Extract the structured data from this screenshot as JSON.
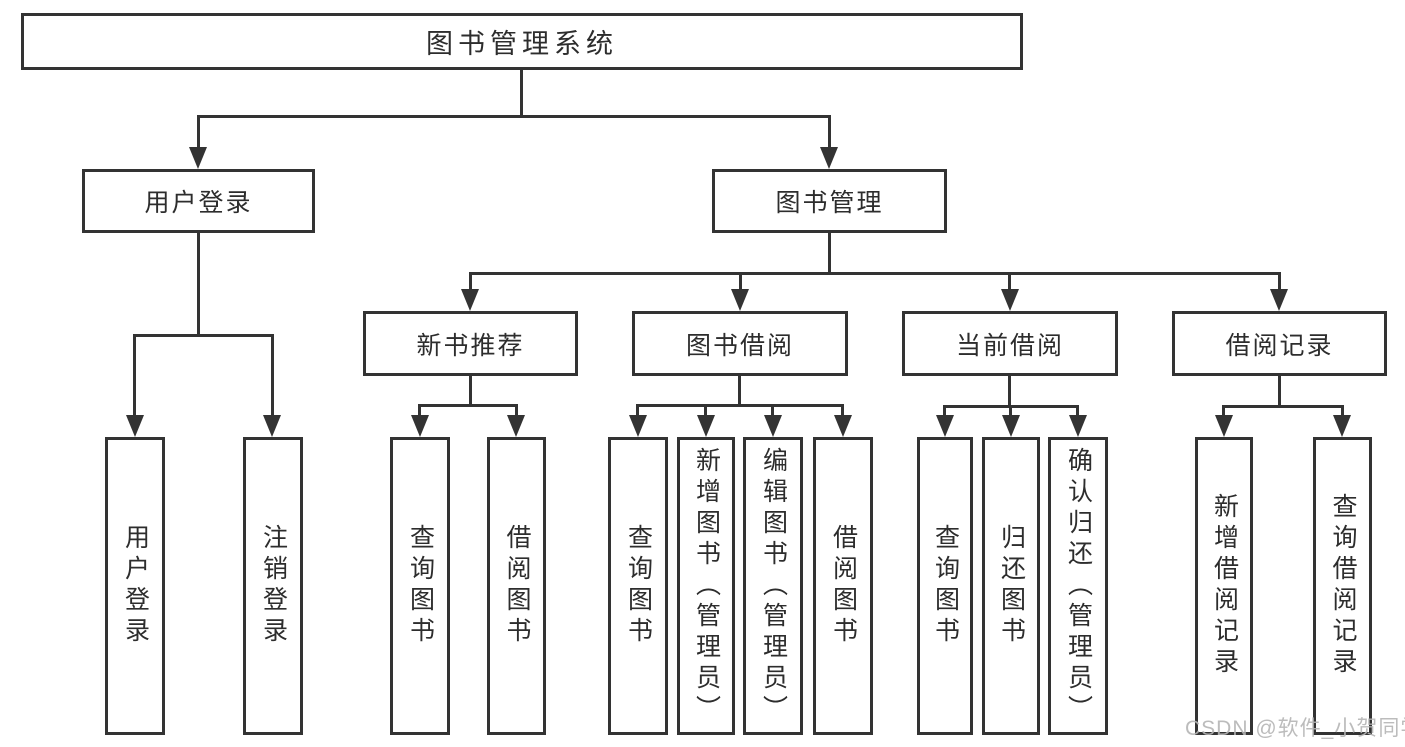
{
  "diagram": {
    "root": {
      "label": "图书管理系统"
    },
    "level2": [
      {
        "label": "用户登录",
        "children": [
          {
            "label": "用户登录"
          },
          {
            "label": "注销登录"
          }
        ]
      },
      {
        "label": "图书管理",
        "children": [
          {
            "label": "新书推荐",
            "children": [
              {
                "label": "查询图书"
              },
              {
                "label": "借阅图书"
              }
            ]
          },
          {
            "label": "图书借阅",
            "children": [
              {
                "label": "查询图书"
              },
              {
                "label": "新增图书（管理员）"
              },
              {
                "label": "编辑图书（管理员）"
              },
              {
                "label": "借阅图书"
              }
            ]
          },
          {
            "label": "当前借阅",
            "children": [
              {
                "label": "查询图书"
              },
              {
                "label": "归还图书"
              },
              {
                "label": "确认归还（管理员）"
              }
            ]
          },
          {
            "label": "借阅记录",
            "children": [
              {
                "label": "新增借阅记录"
              },
              {
                "label": "查询借阅记录"
              }
            ]
          }
        ]
      }
    ]
  },
  "watermark": {
    "text": "CSDN @软件_小贺同学"
  },
  "colors": {
    "line": "#333333",
    "text": "#2d2d2d",
    "box_fill": "#ffffff",
    "background": "#ffffff",
    "watermark": "#b5b5b5"
  }
}
